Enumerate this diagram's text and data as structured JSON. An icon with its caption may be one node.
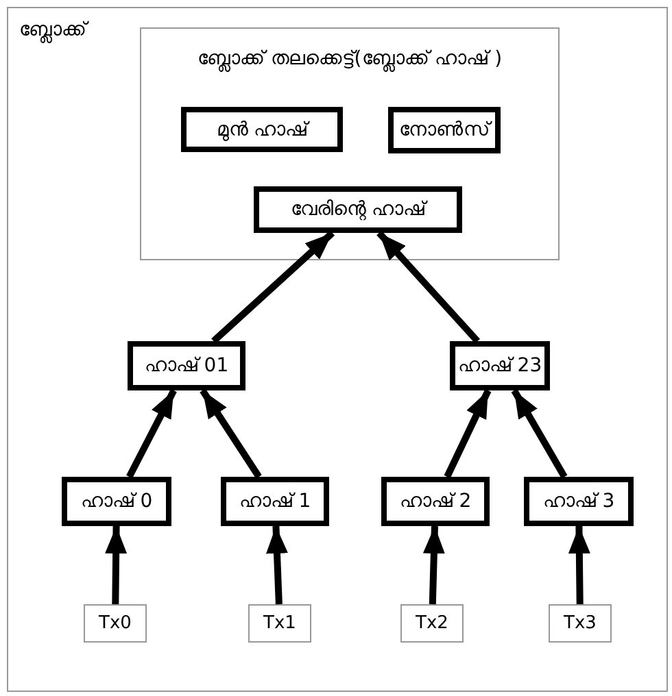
{
  "diagram": {
    "nodes": [
      {
        "text": [
          "ബ്ലോക്ക്"
        ]
      },
      {
        "text": [
          "ബ്ലോക്ക് തലക്കെട്ട്(ബ്ലോക്ക് ഹാഷ് )"
        ],
        "in": 0
      },
      {
        "text": [
          "മുൻ ഹാഷ്"
        ],
        "in": 1
      },
      {
        "text": [
          "നോൺസ്"
        ],
        "in": 1
      },
      {
        "text": [
          "വേരിന്റെ ഹാഷ്"
        ],
        "in": 1
      },
      {
        "text": [
          "ഹാഷ് 01"
        ],
        "in": 0
      },
      {
        "text": [
          "ഹാഷ് 23"
        ],
        "in": 0
      },
      {
        "text": [
          "ഹാഷ് 0"
        ],
        "in": 0
      },
      {
        "text": [
          "ഹാഷ് 1"
        ],
        "in": 0
      },
      {
        "text": [
          "ഹാഷ് 2"
        ],
        "in": 0
      },
      {
        "text": [
          "ഹാഷ് 3"
        ],
        "in": 0
      },
      {
        "text": [
          "Tx0"
        ],
        "in": 0
      },
      {
        "text": [
          "Tx1"
        ],
        "in": 0
      },
      {
        "text": [
          "Tx2"
        ],
        "in": 0
      },
      {
        "text": [
          "Tx3"
        ],
        "in": 0
      }
    ],
    "edges": [
      {
        "from": 5,
        "to": 4,
        "arrow": "to"
      },
      {
        "from": 6,
        "to": 4,
        "arrow": "to"
      },
      {
        "from": 7,
        "to": 5,
        "arrow": "to"
      },
      {
        "from": 8,
        "to": 5,
        "arrow": "to"
      },
      {
        "from": 9,
        "to": 6,
        "arrow": "to"
      },
      {
        "from": 10,
        "to": 6,
        "arrow": "to"
      },
      {
        "from": 11,
        "to": 7,
        "arrow": "to"
      },
      {
        "from": 12,
        "to": 8,
        "arrow": "to"
      },
      {
        "from": 13,
        "to": 9,
        "arrow": "to"
      },
      {
        "from": 14,
        "to": 10,
        "arrow": "to"
      }
    ]
  }
}
